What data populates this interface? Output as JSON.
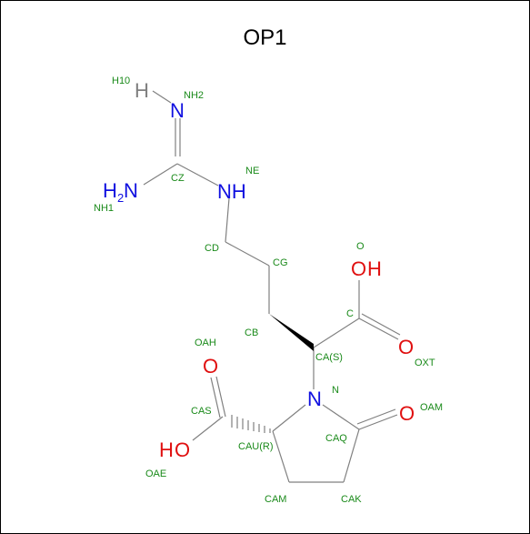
{
  "title": "OP1",
  "colors": {
    "bond": "#808080",
    "nitrogen": "#1010e0",
    "oxygen": "#e01010",
    "hydrogen": "#808080",
    "atom_label": "#1a8a1a"
  },
  "element_labels": {
    "h_symbol": "H",
    "n_imine": "N",
    "nh_ne": "NH",
    "nh2_h": "H",
    "nh2_sub": "2",
    "nh2_n": "N",
    "oh_top_o": "O",
    "oh_top_h": "H",
    "o_oxt": "O",
    "n_ring": "N",
    "o_oam": "O",
    "o_oah": "O",
    "ho_h": "H",
    "ho_o": "O"
  },
  "atom_names": {
    "h10": "H10",
    "nh2": "NH2",
    "ne": "NE",
    "cz": "CZ",
    "nh1": "NH1",
    "cd": "CD",
    "cg": "CG",
    "o": "O",
    "c": "C",
    "cb": "CB",
    "ca": "CA(S)",
    "oah": "OAH",
    "oxt": "OXT",
    "n": "N",
    "cas": "CAS",
    "oam": "OAM",
    "cau": "CAU(R)",
    "caq": "CAQ",
    "oae": "OAE",
    "cam": "CAM",
    "cak": "CAK"
  }
}
